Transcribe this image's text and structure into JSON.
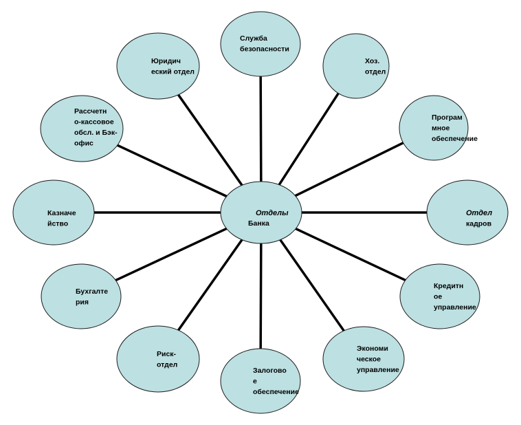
{
  "diagram": {
    "colors": {
      "node_fill": "#bde0e2",
      "node_stroke": "#1a1a1a",
      "spoke": "#000000"
    },
    "center": {
      "lines": [
        "Отделы",
        "Банка"
      ],
      "italic": true
    },
    "nodes": [
      {
        "id": "security",
        "lines": [
          "Служба",
          "безопасности"
        ]
      },
      {
        "id": "hoz",
        "lines": [
          "Хоз.",
          "отдел"
        ]
      },
      {
        "id": "software",
        "lines": [
          "Програм",
          "мное",
          "обеспечение"
        ]
      },
      {
        "id": "hr",
        "lines": [
          "Отдел",
          "кадров"
        ],
        "italic_first": true
      },
      {
        "id": "credit",
        "lines": [
          "Кредитн",
          "ое",
          "управление"
        ]
      },
      {
        "id": "economic",
        "lines": [
          "Экономи",
          "ческое",
          "управление"
        ]
      },
      {
        "id": "collateral",
        "lines": [
          "Залогово",
          "е",
          "обеспечение"
        ]
      },
      {
        "id": "risk",
        "lines": [
          "Риск-",
          "отдел"
        ]
      },
      {
        "id": "accounting",
        "lines": [
          "Бухгалте",
          "рия"
        ]
      },
      {
        "id": "treasury",
        "lines": [
          "Казначе",
          "йство"
        ]
      },
      {
        "id": "cash",
        "lines": [
          "Рассчетн",
          "о-кассовое",
          "обсл. и Бэк-",
          "офис"
        ]
      },
      {
        "id": "legal",
        "lines": [
          "Юридич",
          "еский отдел"
        ]
      }
    ]
  }
}
